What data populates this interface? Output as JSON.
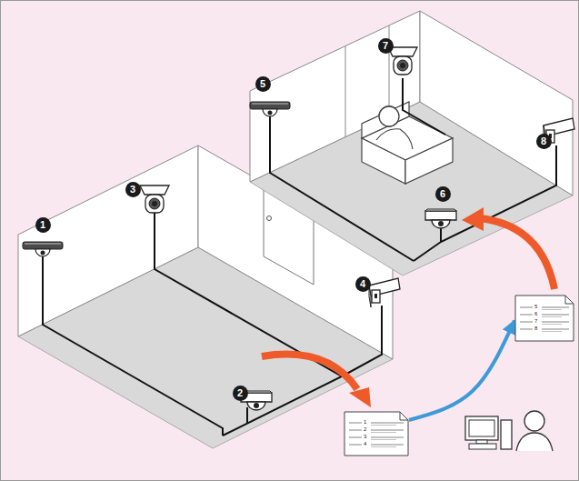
{
  "diagram": {
    "nodes": [
      {
        "text": [
          "1",
          "2",
          "3",
          "4"
        ]
      },
      {
        "text": [
          "5",
          "6",
          "7",
          "8"
        ]
      }
    ],
    "edges": [
      {
        "from": 0,
        "to": 1,
        "arrow": "to"
      }
    ],
    "labels": [
      "1",
      "2",
      "3",
      "4",
      "5",
      "6",
      "7",
      "8"
    ]
  }
}
